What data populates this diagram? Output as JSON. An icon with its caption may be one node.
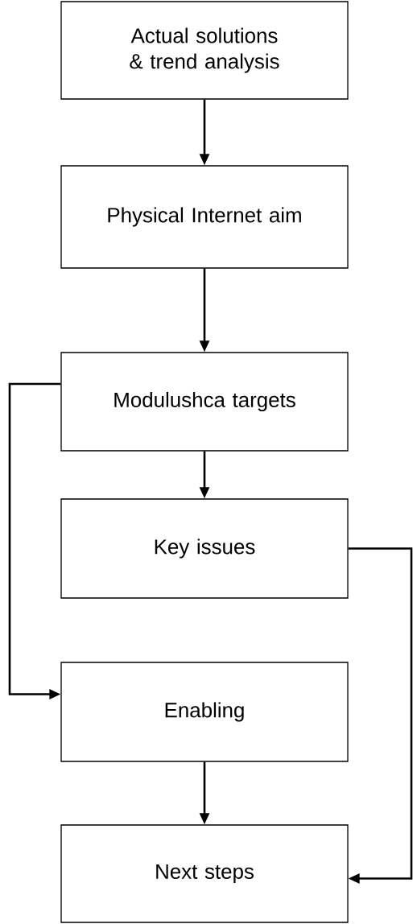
{
  "diagram": {
    "nodes": [
      {
        "text": [
          "Actual solutions & trend analysis"
        ]
      },
      {
        "text": [
          "Physical Internet aim"
        ]
      },
      {
        "text": [
          "Modulushca targets"
        ]
      },
      {
        "text": [
          "Key issues"
        ]
      },
      {
        "text": [
          "Enabling"
        ]
      },
      {
        "text": [
          "Next steps"
        ]
      }
    ],
    "edges": [
      {
        "from": 0,
        "to": 1,
        "arrow": "to"
      },
      {
        "from": 1,
        "to": 2,
        "arrow": "to"
      },
      {
        "from": 2,
        "to": 3,
        "arrow": "to"
      },
      {
        "from": 2,
        "to": 4,
        "arrow": "to"
      },
      {
        "from": 4,
        "to": 5,
        "arrow": "to"
      },
      {
        "from": 3,
        "to": 5,
        "arrow": "to"
      }
    ]
  }
}
